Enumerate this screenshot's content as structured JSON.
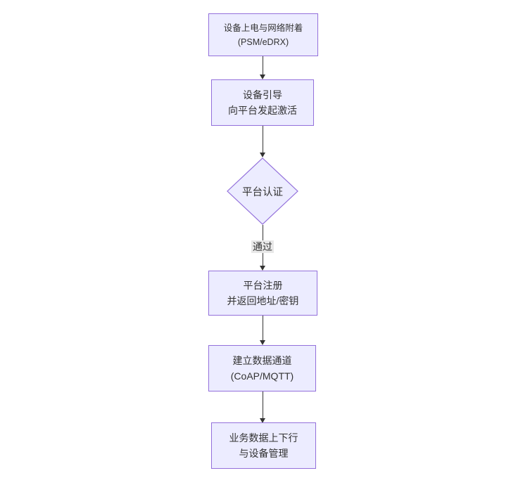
{
  "diagram": {
    "type": "flowchart-top-down",
    "colors": {
      "node_fill": "#ECECFF",
      "node_border": "#9370DB",
      "text": "#333333",
      "edge": "#333333",
      "edge_label_bg": "#e8e8e8"
    },
    "nodes": [
      {
        "id": "n1",
        "shape": "rect",
        "line1": "设备上电与网络附着",
        "line2": "(PSM/eDRX)"
      },
      {
        "id": "n2",
        "shape": "rect",
        "line1": "设备引导",
        "line2": "向平台发起激活"
      },
      {
        "id": "d1",
        "shape": "diamond",
        "label": "平台认证"
      },
      {
        "id": "n3",
        "shape": "rect",
        "line1": "平台注册",
        "line2": "并返回地址/密钥"
      },
      {
        "id": "n4",
        "shape": "rect",
        "line1": "建立数据通道",
        "line2": "(CoAP/MQTT)"
      },
      {
        "id": "n5",
        "shape": "rect",
        "line1": "业务数据上下行",
        "line2": "与设备管理"
      }
    ],
    "edges": [
      {
        "from": "n1",
        "to": "n2",
        "label": ""
      },
      {
        "from": "n2",
        "to": "d1",
        "label": ""
      },
      {
        "from": "d1",
        "to": "n3",
        "label": "通过"
      },
      {
        "from": "n3",
        "to": "n4",
        "label": ""
      },
      {
        "from": "n4",
        "to": "n5",
        "label": ""
      }
    ]
  }
}
